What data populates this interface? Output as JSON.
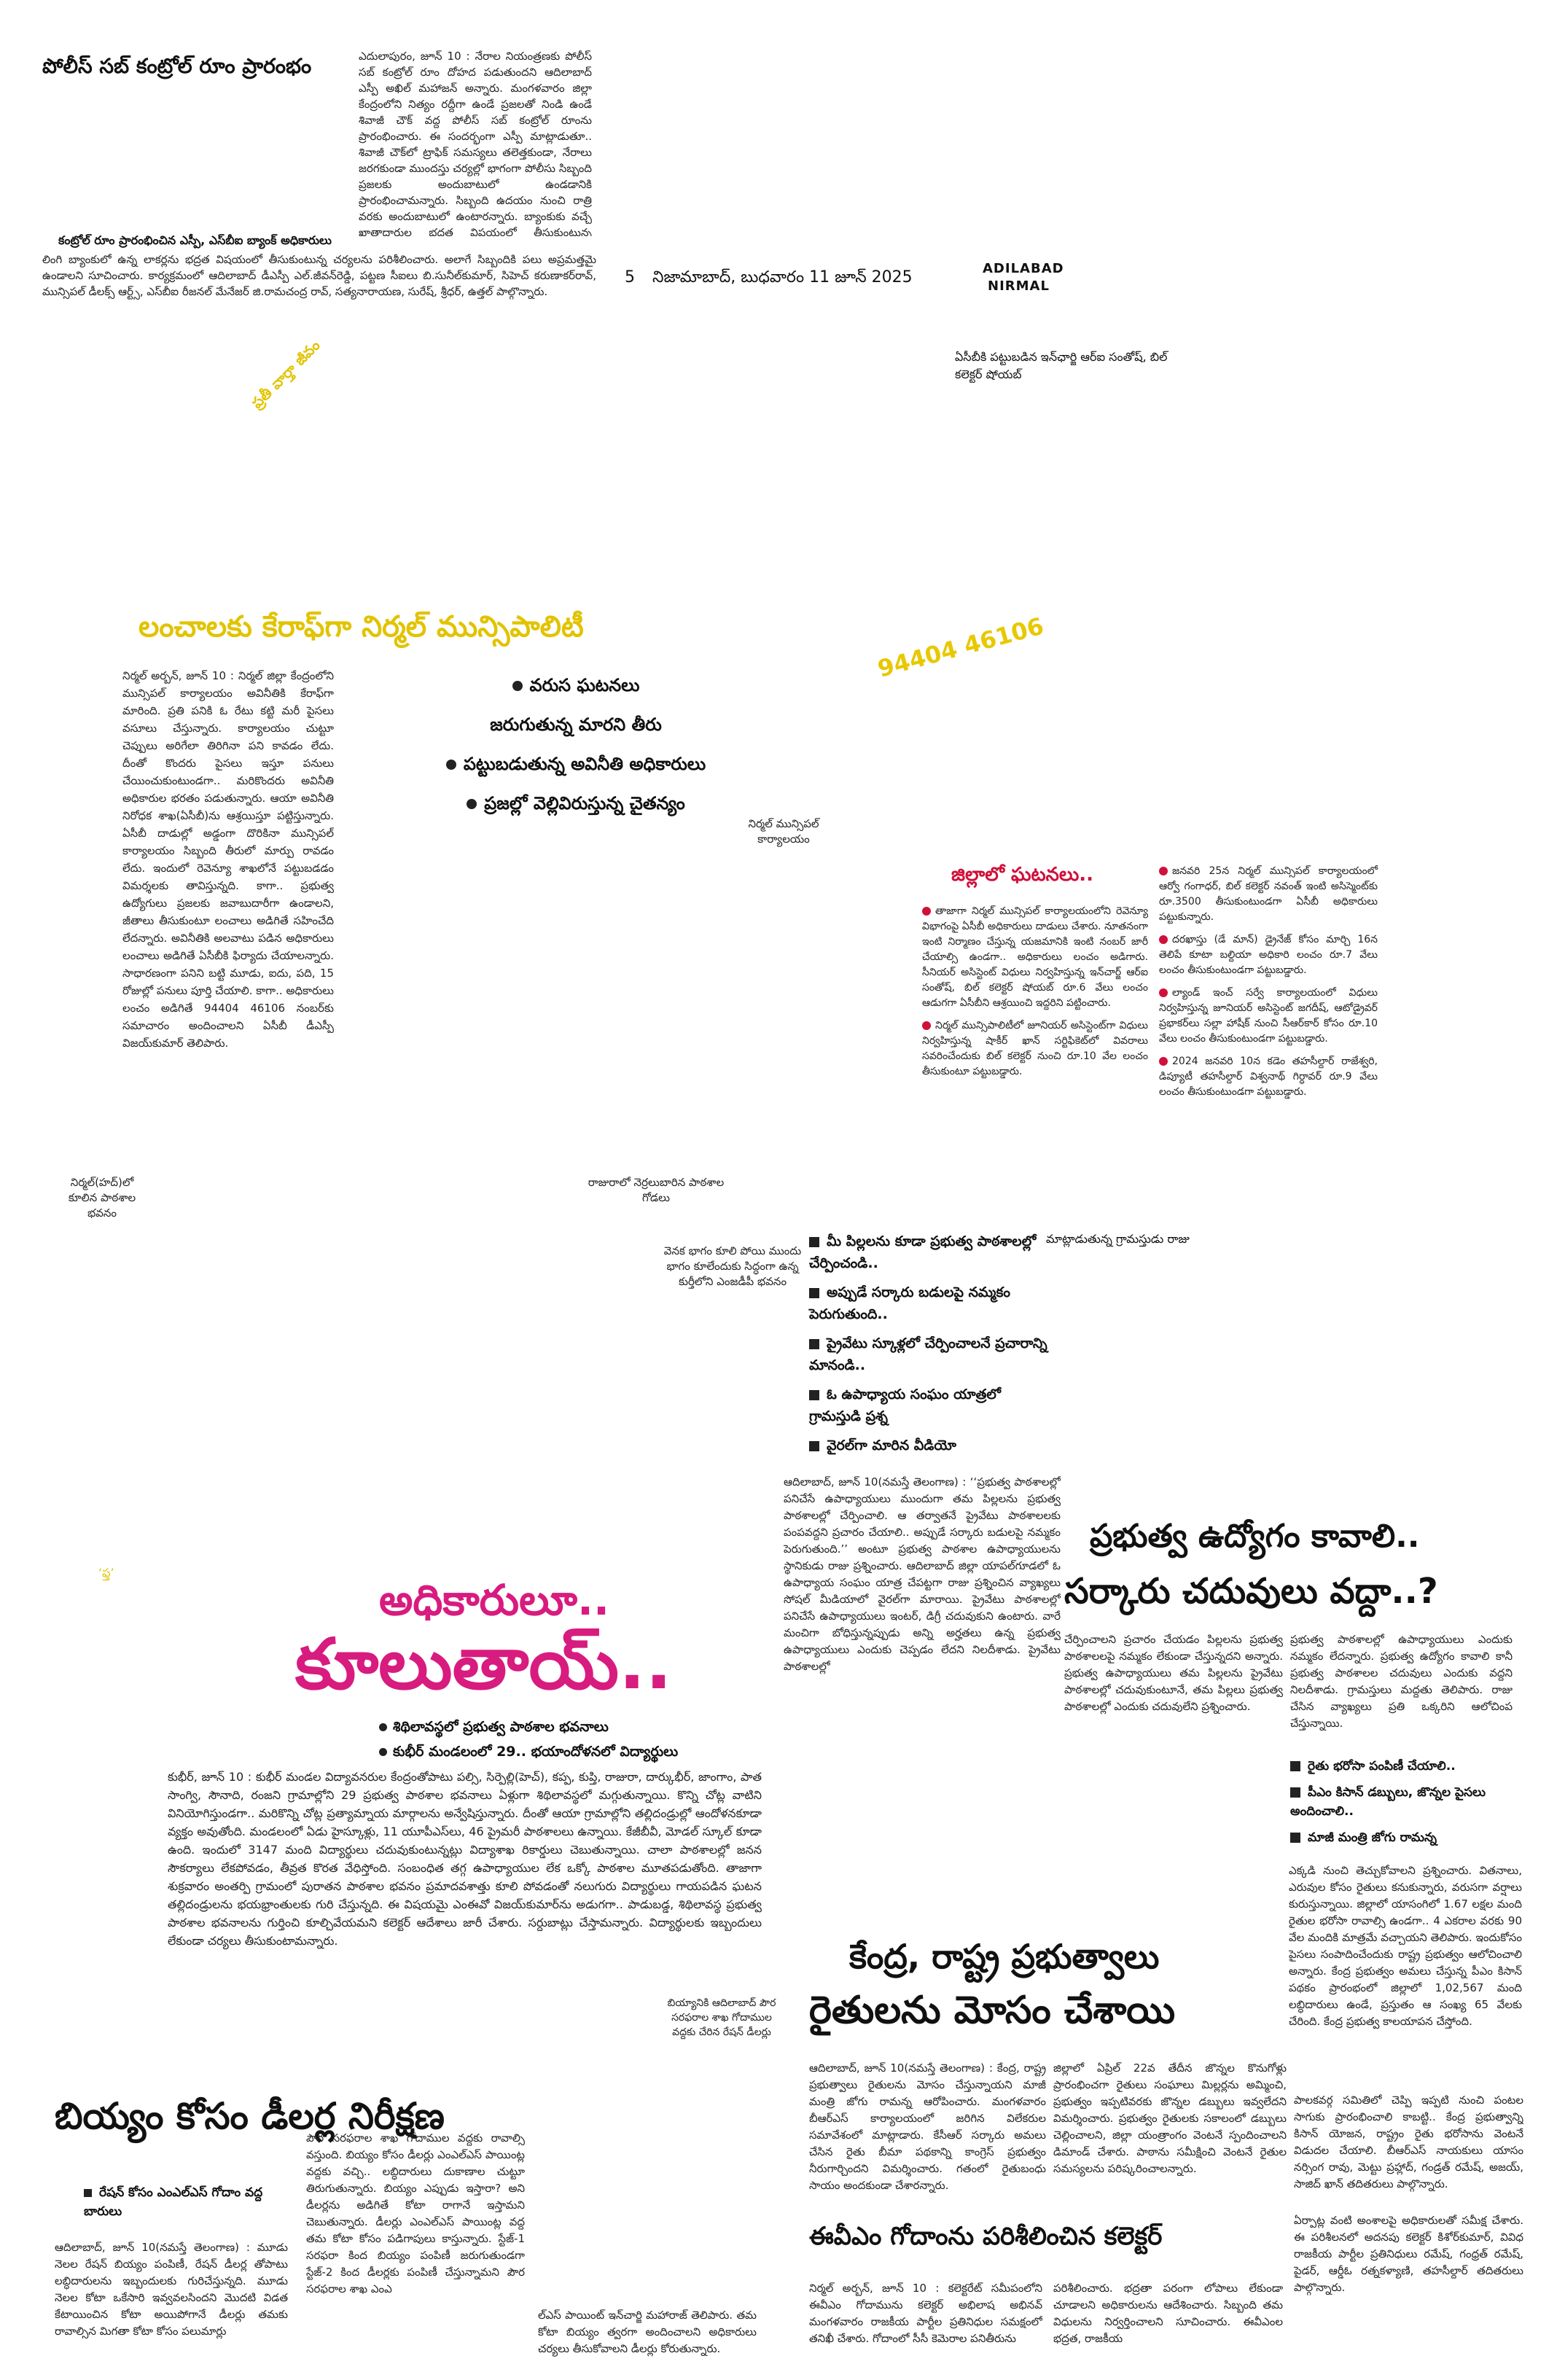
{
  "masthead": {
    "page_no": "5",
    "dateline": "నిజామాబాద్, బుధవారం 11 జూన్ 2025",
    "edition_1": "ADILABAD",
    "edition_2": "NIRMAL"
  },
  "story1": {
    "headline": "పోలీస్ సబ్ కంట్రోల్ రూం ప్రారంభం",
    "body": "ఎదులాపురం, జూన్ 10 : నేరాల నియంత్రణకు పోలీస్ సబ్ కంట్రోల్ రూం దోహద పడుతుందని ఆదిలాబాద్ ఎస్పీ అఖిల్ మహాజన్ అన్నారు. మంగళవారం జిల్లా కేంద్రంలోని నిత్యం రద్దీగా ఉండే ప్రజలతో నిండి ఉండే శివాజీ చౌక్ వద్ద పోలీస్ సబ్ కంట్రోల్ రూంను ప్రారంభించారు. ఈ సందర్భంగా ఎస్పీ మాట్లాడుతూ.. శివాజీ చౌక్‌లో ట్రాఫిక్ సమస్యలు తలెత్తకుండా, నేరాలు జరగకుండా ముందస్తు చర్యల్లో భాగంగా పోలీసు సిబ్బంది ప్రజలకు అందుబాటులో ఉండడానికి ప్రారంభించామన్నారు. సిబ్బంది ఉదయం నుంచి రాత్రి వరకు అందుబాటులో ఉంటారన్నారు. బ్యాంకుకు వచ్చే ఖాతాదారుల భద్రత విషయంలో తీసుకుంటున్న చర్యలను పరిశీలించారు. అలాగే సిబ్బందికి పలు సూచనలు చేశారు.",
    "photo_caption": "కంట్రోల్ రూం ప్రారంభించిన ఎస్పీ, ఎస్‌బీఐ బ్యాంక్ అధికారులు",
    "body_2": "లింగి బ్యాంకులో ఉన్న లాకర్లను భద్రత విషయంలో తీసుకుంటున్న చర్యలను పరిశీలించారు. అలాగే సిబ్బందికి పలు అప్రమత్తమై ఉండాలని సూచించారు. కార్యక్రమంలో ఆదిలాబాద్ డీఎస్పీ ఎల్.జీవన్‌రెడ్డి, పట్టణ సీఐలు బి.సునీల్‌కుమార్, సిహెచ్ కరుణాకర్‌రావ్, మున్సిపల్ డీలక్స్ ఆర్ట్స్, ఎస్‌బీఐ రీజనల్ మేనేజర్ జి.రామచంద్ర రావ్, సత్యనారాయణ, సురేష్, శ్రీధర్, ఉత్తల్ పాల్గొన్నారు."
  },
  "badge_news": "ప్రతీ వార్తా జీవం",
  "acb_caption": "ఏసీబీకి పట్టుబడిన ఇన్‌ఛార్జి ఆర్‌ఐ సంతోష్, బిల్ కలెక్టర్ షోయబ్",
  "lead": {
    "headline": "లంచాలకు కేరాఫ్‌గా నిర్మల్ మున్సిపాలిటీ",
    "phone": "94404 46106",
    "highlights": [
      "వరుస ఘటనలు",
      "జరుగుతున్న మారని తీరు",
      "పట్టుబడుతున్న అవినీతి అధికారులు",
      "ప్రజల్లో వెల్లివిరుస్తున్న చైతన్యం"
    ],
    "body": "నిర్మల్ అర్బన్, జూన్ 10 : నిర్మల్ జిల్లా కేంద్రంలోని మున్సిపల్ కార్యాలయం అవినీతికి కేరాఫ్‌గా మారింది. ప్రతి పనికి ఓ రేటు కట్టి మరీ పైసలు వసూలు చేస్తున్నారు. కార్యాలయం చుట్టూ చెప్పులు అరిగేలా తిరిగినా పని కావడం లేదు. దీంతో కొందరు పైసలు ఇస్తూ పనులు చేయించుకుంటుండగా.. మరికొందరు అవినీతి అధికారుల భరతం పడుతున్నారు. ఆయా అవినీతి నిరోధక శాఖ(ఏసీబీ)ను ఆశ్రయిస్తూ పట్టిస్తున్నారు. ఏసీబీ దాడుల్లో అడ్డంగా దొరికినా మున్సిపల్ కార్యాలయం సిబ్బంది తీరులో మార్పు రావడం లేదు. ఇందులో రెవెన్యూ శాఖలోనే పట్టుబడడం విమర్శలకు తావిస్తున్నది. కాగా.. ప్రభుత్వ ఉద్యోగులు ప్రజలకు జవాబుదారీగా ఉండాలని, జీతాలు తీసుకుంటూ లంచాలు అడిగితే సహించేది లేదన్నారు. అవినీతికి అలవాటు పడిన అధికారులు లంచాలు అడిగితే ఏసీబీకి ఫిర్యాదు చేయాలన్నారు. సాధారణంగా పనిని బట్టి మూడు, ఐదు, పది, 15 రోజుల్లో పనులు పూర్తి చేయాలి. కాగా.. అధికారులు లంచం అడిగితే 94404 46106 నంబర్‌కు సమాచారం అందించాలని ఏసీబీ డీఎస్పీ విజయ్‌కుమార్ తెలిపారు.",
    "office_caption": "నిర్మల్ మున్సిపల్ కార్యాలయం",
    "incidents_title": "జిల్లాలో ఘటనలు..",
    "incidents_left": [
      "తాజాగా నిర్మల్ మున్సిపల్ కార్యాలయంలోని రెవెన్యూ విభాగంపై ఏసీబీ అధికారులు దాడులు చేశారు. నూతనంగా ఇంటి నిర్మాణం చేస్తున్న యజమానికి ఇంటి నంబర్ జారీ చేయాల్సి ఉండగా.. అధికారులు లంచం అడిగారు. సీనియర్ అసిస్టెంట్ విధులు నిర్వహిస్తున్న ఇన్‌చార్జ్ ఆర్‌ఐ సంతోష్, బిల్ కలెక్టర్ షోయబ్ రూ.6 వేలు లంచం ఆడుగగా ఏసీబీని ఆశ్రయించి ఇద్దరిని పట్టించారు.",
      "నిర్మల్ మున్సిపాలిటీలో జూనియర్ అసిస్టెంట్‌గా విధులు నిర్వహిస్తున్న షాకీర్ ఖాన్ సర్టిఫికెట్‌లో వివరాలు సవరించేందుకు బిల్ కలెక్టర్ నుంచి రూ.10 వేల లంచం తీసుకుంటూ పట్టుబడ్డారు."
    ],
    "incidents_right": [
      "జనవరి 25న నిర్మల్ మున్సిపల్ కార్యాలయంలో ఆర్వో గంగాధర్, బిల్ కలెక్టర్ నవంత్ ఇంటి అసిస్మెంట్‌కు రూ.3500 తీసుకుంటుండగా ఏసీబీ అధికారులు పట్టుకున్నారు.",
      "దరఖాస్తు (డే మాన్) డ్రైనేజ్ కోసం మార్చి 16న తెలిపే కూటా బల్దియా అధికారి లంచం రూ.7 వేలు లంచం తీసుకుంటుండగా పట్టుబడ్డారు.",
      "ల్యాండ్ ఇంచ్ సర్వే కార్యాలయంలో విధులు నిర్వహిస్తున్న జూనియర్ అసిస్టెంట్ జగదీష్, ఆటోడ్రైవర్ ప్రభాకర్‌లు సల్లా హాషీక్ నుంచి సీఆర్‌కార్ కోసం రూ.10 వేలు లంచం తీసుకుంటుండగా పట్టుబడ్డారు.",
      "2024 జనవరి 10న కడెం తహసీల్దార్ రాజేశ్వరి, డిప్యూటీ తహసీల్దార్ విశ్వనాథ్ గిర్ధావర్ రూ.9 వేలు లంచం తీసుకుంటుండగా పట్టుబడ్డారు."
    ]
  },
  "school_story": {
    "photo_cap_1": "నిర్మల్(హద్)లో కూలిన పాఠశాల భవనం",
    "photo_cap_2": "రాజురాలో నెర్రలుబారిన పాఠశాల గోడలు",
    "photo_cap_3": "వెనక భాగం కూలి పోయి ముందు భాగం కూలేందుకు సిద్ధంగా ఉన్న కుర్తీలోని ఎంజడీపీ భవనం",
    "small_mark": "‘ఫ్త’",
    "kicker": "అధికారులూ..",
    "headline": "కూలుతాయ్..",
    "highlights": [
      "శిథిలావస్థలో ప్రభుత్వ పాఠశాల భవనాలు",
      "కుభీర్ మండలంలో 29.. భయాందోళనలో విద్యార్థులు"
    ],
    "body": "కుభీర్, జూన్ 10 : కుభీర్ మండల విద్యావనరుల కేంద్రంతోపాటు పల్సి, సిర్పెల్లి(హెచ్), కప్ప, కుప్తి, రాజురా, దార్కుభీర్, జాంగాం, పాత సాంగ్వి, సౌనాది, రంజని గ్రామాల్లోని 29 ప్రభుత్వ పాఠశాల భవనాలు ఏళ్లుగా శిథిలావస్థలో మగ్గుతున్నాయి. కొన్ని చోట్ల వాటిని వినియోగిస్తుండగా.. మరికొన్ని చోట్ల ప్రత్యామ్నాయ మార్గాలను అన్వేషిస్తున్నారు. దీంతో ఆయా గ్రామాల్లోని తల్లిదండ్రుల్లో ఆందోళనకూడా వ్యక్తం అవుతోంది. మండలంలో ఏడు హైస్కూళ్లు, 11 యూపీఎస్‌లు, 46 ప్రైమరీ పాఠశాలలు ఉన్నాయి. కేజీబీవీ, మోడల్ స్కూల్ కూడా ఉంది. ఇందులో 3147 మంది విద్యార్థులు చదువుకుంటున్నట్లు విద్యాశాఖ రికార్డులు చెబుతున్నాయి. చాలా పాఠశాలల్లో జనన సౌకర్యాలు లేకపోవడం, తీవ్రత కొరత వేధిస్తోంది. సంబంధిత తగ్గ ఉపాధ్యాయుల లేక ఒక్కో పాఠశాల మూతపడుతోంది. తాజాగా శుక్రవారం అంతర్పి గ్రామంలో పురాతన పాఠశాల భవనం ప్రమాదవశాత్తు కూలి పోవడంతో నలుగురు విద్యార్థులు గాయపడిన ఘటన తల్లిదండ్రులను భయభ్రాంతులకు గురి చేస్తున్నది. ఈ విషయమై ఎంఈవో విజయ్‌కుమార్‌ను అడుగగా.. పాడుబడ్డ, శిథిలావస్థ ప్రభుత్వ పాఠశాల భవనాలను గుర్తించి కూల్చివేయమని కలెక్టర్ ఆదేశాలు జారీ చేశారు. సర్దుబాట్లు చేస్తామన్నారు. విద్యార్థులకు ఇబ్బందులు లేకుండా చర్యలు తీసుకుంటామన్నారు."
  },
  "survey_story": {
    "caption": "మాట్లాడుతున్న గ్రామస్తుడు రాజు",
    "highlights": [
      "మీ పిల్లలను కూడా ప్రభుత్వ పాఠశాలల్లో చేర్పించండి..",
      "అప్పుడే సర్కారు బడులపై నమ్మకం పెరుగుతుంది..",
      "ప్రైవేటు స్కూళ్లలో చేర్పించాలనే ప్రచారాన్ని మానండి..",
      "ఓ ఉపాధ్యాయ సంఘం యాత్రలో గ్రామస్తుడి ప్రశ్న",
      "వైరల్‌గా మారిన వీడియో"
    ],
    "body": "ఆదిలాబాద్, జూన్ 10(నమస్తే తెలంగాణ) : ‘‘ప్రభుత్వ పాఠశాలల్లో పనిచేసే ఉపాధ్యాయులు ముందుగా తమ పిల్లలను ప్రభుత్వ పాఠశాలల్లో చేర్పించాలి. ఆ తర్వాతనే ప్రైవేటు పాఠశాలలకు పంపవద్దని ప్రచారం చేయాలి.. అప్పుడే సర్కారు బడులపై నమ్మకం పెరుగుతుంది.’’ అంటూ ప్రభుత్వ పాఠశాల ఉపాధ్యాయులను స్థానికుడు రాజు ప్రశ్నించారు. ఆదిలాబాద్ జిల్లా యాపల్‌గూడలో ఓ ఉపాధ్యాయ సంఘం యాత్ర చేపట్టగా రాజు ప్రశ్నించిన వ్యాఖ్యలు సోషల్ మీడియాలో వైరల్‌గా మారాయి. ప్రైవేటు పాఠశాలల్లో పనిచేసే ఉపాధ్యాయులు ఇంటర్, డిగ్రీ చదువుకుని ఉంటారు. వారే మంచిగా బోధిస్తున్నప్పుడు అన్ని అర్హతలు ఉన్న ప్రభుత్వ ఉపాధ్యాయులు ఎందుకు చెప్పడం లేదని నిలదీశాడు. ప్రైవేటు పాఠశాలల్లో",
    "headline_1": "ప్రభుత్వ ఉద్యోగం కావాలి..",
    "headline_2": "సర్కారు చదువులు వద్దా..?",
    "body_col1": "చేర్పించాలని ప్రచారం చేయడం పిల్లలను ప్రభుత్వ పాఠశాలలపై నమ్మకం లేకుండా చేస్తున్నదని అన్నారు. ప్రభుత్వ ఉపాధ్యాయులు తమ పిల్లలను ప్రైవేటు పాఠశాలల్లో చదువుకుంటూనే, తమ పిల్లలు ప్రభుత్వ పాఠశాలల్లో ఎందుకు చదువులేని ప్రశ్నించారు.",
    "body_col2": "ప్రభుత్వ పాఠశాలల్లో ఉపాధ్యాయులు ఎందుకు నమ్మకం లేదన్నారు. ప్రభుత్వ ఉద్యోగం కావాలి కానీ ప్రభుత్వ పాఠశాలల చదువులు ఎందుకు వద్దని నిలదీశాడు. గ్రామస్తులు మద్దతు తెలిపారు. రాజు చేసిన వ్యాఖ్యలు ప్రతి ఒక్కరిని ఆలోచింప చేస్తున్నాయి."
  },
  "farmer_story": {
    "highlights": [
      "రైతు భరోసా పంపిణీ చేయాలి..",
      "పీఎం కిసాన్ డబ్బులు, జొన్నల పైసలు అందించాలి..",
      "మాజీ మంత్రి జోగు రామన్న"
    ],
    "side_body": "ఎక్కడి నుంచి తెచ్చుకోవాలని ప్రశ్నించారు. వితనాలు, ఎరువుల కోసం రైతులు కనుకున్నారు, వరుసగా వర్షాలు కురుస్తున్నాయి. జిల్లాలో యాసంగిలో 1.67 లక్షల మంది రైతుల భరోసా రావాల్సి ఉండగా.. 4 ఎకరాల వరకు 90 వేల మందికి మాత్రమే వచ్చాయని తెలిపారు. ఇందుకోసం పైసలు సంపాదించేందుకు రాష్ట్ర ప్రభుత్వం ఆలోచించాలి అన్నారు. కేంద్ర ప్రభుత్వం అమలు చేస్తున్న పీఎం కిసాన్ పథకం ప్రారంభంలో జిల్లాలో 1,02,567 మంది లబ్ధిదారులు ఉండే, ప్రస్తుతం ఆ సంఖ్య 65 వేలకు చేరింది. కేంద్ర ప్రభుత్వ కాలయాపన చేస్తోంది.",
    "headline_1": "కేంద్ర, రాష్ట్ర ప్రభుత్వాలు",
    "headline_2": "రైతులను మోసం చేశాయి",
    "caption_dealer": "బియ్యానికి ఆదిలాబాద్ పౌర సరఫరాల శాఖ గోదాముల వద్దకు చేరిన రేషన్ డీలర్లు",
    "body_col1": "ఆదిలాబాద్, జూన్ 10(నమస్తే తెలంగాణ) : కేంద్ర, రాష్ట్ర ప్రభుత్వాలు రైతులను మోసం చేస్తున్నాయని మాజీ మంత్రి జోగు రామన్న ఆరోపించారు. మంగళవారం బీఆర్‌ఎస్ కార్యాలయంలో జరిగిన విలేకరుల సమావేశంలో మాట్లాడారు. కేసీఆర్ సర్కారు అమలు చేసిన రైతు బీమా పథకాన్ని కాంగ్రెస్ ప్రభుత్వం నీరుగార్చిందని విమర్శించారు. గతంలో రైతుబంధు సాయం అందకుండా చేశారన్నారు.",
    "body_col2": "జిల్లాలో ఏప్రిల్ 22వ తేదీన జొన్నల కొనుగోళ్లు ప్రారంభించగా రైతులు సంఘాలు మిల్లర్లను అమ్మించి, ప్రభుత్వం ఇప్పటివరకు జొన్నల డబ్బులు ఇవ్వలేదని విమర్శించారు. ప్రభుత్వం రైతులకు సకాలంలో డబ్బులు చెల్లించాలని, జిల్లా యంత్రాంగం వెంటనే స్పందించాలని డిమాండ్ చేశారు. పాఠాను సమీక్షించి వెంటనే రైతుల సమస్యలను పరిష్కరించాలన్నారు.",
    "body_col3": "పాలకవర్గ సమితిలో చెప్పి ఇప్పటి నుంచి పంటల సాగుకు ప్రారంభించాలి కాబట్టి.. కేంద్ర ప్రభుత్వాన్ని కిసాన్ యోజన, రాష్ట్రం రైతు భరోసాను వెంటనే విడుదల చేయాలి. బీఆర్‌ఎస్ నాయకులు యాసం నర్సింగ రావు, మెట్టు ప్రహ్లాద్, గండ్రత్ రమేష్, అజయ్, సాజిద్ ఖాన్ తదితరులు పాల్గొన్నారు."
  },
  "dealer_story": {
    "headline": "బియ్యం కోసం డీలర్ల నిరీక్షణ",
    "highlights": [
      "రేషన్ కోసం ఎంఎల్‌ఎస్ గోదాం వద్ద బారులు"
    ],
    "body_col1": "ఆదిలాబాద్, జూన్ 10(నమస్తే తెలంగాణ) : మూడు నెలల రేషన్ బియ్యం పంపిణీ, రేషన్ డీలర్ల తోపాటు లబ్ధిదారులను ఇబ్బందులకు గురిచేస్తున్నది. మూడు నెలల కోటా ఒకేసారి ఇవ్వవలసిందని మొదటి విడత కేటాయించిన కోటా అయిపోగానే డీలర్లు తమకు రావాల్సిన మిగతా కోటా కోసం పలుమార్లు",
    "body_col2": "పౌర సరఫరాల శాఖ గోదాముల వద్దకు రావాల్సి వస్తుంది. బియ్యం కోసం డీలర్లు ఎంఎల్‌ఎస్ పాయింట్ల వద్దకు వచ్చి.. లబ్ధిదారులు దుకాణాల చుట్టూ తిరుగుతున్నారు. బియ్యం ఎప్పుడు ఇస్తారా? అని డీలర్లను అడిగితే కోటా రాగానే ఇస్తామని చెబుతున్నారు. డీలర్లు ఎంఎల్‌ఎస్ పాయింట్ల వద్ద తమ కోటా కోసం పడిగాపులు కాస్తున్నారు. స్టేజ్-1 సరఫరా కింద బియ్యం పంపిణీ జరుగుతుండగా స్టేజ్-2 కింద డీలర్లకు పంపిణీ చేస్తున్నామని పౌర సరఫరాల శాఖ ఎంఎ",
    "body_col3": "ల్‌ఎస్ పాయింట్ ఇన్‌చార్జి మహారాజ్ తెలిపారు. తమ కోటా బియ్యం త్వరగా అందించాలని అధికారులు చర్యలు తీసుకోవాలని డీలర్లు కోరుతున్నారు."
  },
  "evm_story": {
    "headline": "ఈవీఎం గోదాంను పరిశీలించిన కలెక్టర్",
    "body_col1": "నిర్మల్ అర్బన్, జూన్ 10 : కలెక్టరేట్ సమీపంలోని ఈవీఎం గోదామును కలెక్టర్ అభిలాష అభినవ్ మంగళవారం రాజకీయ పార్టీల ప్రతినిధుల సమక్షంలో తనిఖీ చేశారు. గోదాంలో సీసీ కెమెరాల పనితీరును",
    "body_col2": "పరిశీలించారు. భద్రతా పరంగా లోపాలు లేకుండా చూడాలని అధికారులను ఆదేశించారు. సిబ్బంది తమ విధులను నిర్వర్తించాలని సూచించారు. ఈవీఎంల భద్రత, రాజకీయ",
    "body_col3": "ఏర్పాట్ల వంటి అంశాలపై అధికారులతో సమీక్ష చేశారు. ఈ పరిశీలనలో అదనపు కలెక్టర్ కిశోర్‌కుమార్, వివిధ రాజకీయ పార్టీల ప్రతినిధులు రమేష్, గంధ్రత్ రమేష్, పైడర్, ఆర్డీఓ రత్నకళ్యాణి, తహసీల్దార్ తదితరులు పాల్గొన్నారు."
  }
}
